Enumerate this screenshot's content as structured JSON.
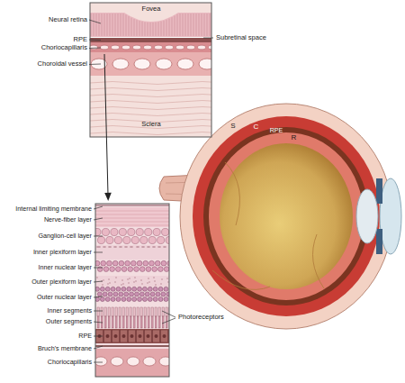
{
  "diagram": {
    "labels": [
      "Neural retina",
      "RPE",
      "Choriocapillaris",
      "Choroidal vessel",
      "Fovea",
      "Subretinal space",
      "Sclera",
      "S",
      "C",
      "RPE",
      "R",
      "Internal limiting membrane",
      "Nerve-fiber layer",
      "Ganglion-cell layer",
      "Inner plexiform layer",
      "Inner nuclear layer",
      "Outer plexiform layer",
      "Outer nuclear layer",
      "Inner segments",
      "Outer segments",
      "RPE",
      "Bruch's membrane",
      "Choriocapillaris",
      "Photoreceptors"
    ]
  }
}
